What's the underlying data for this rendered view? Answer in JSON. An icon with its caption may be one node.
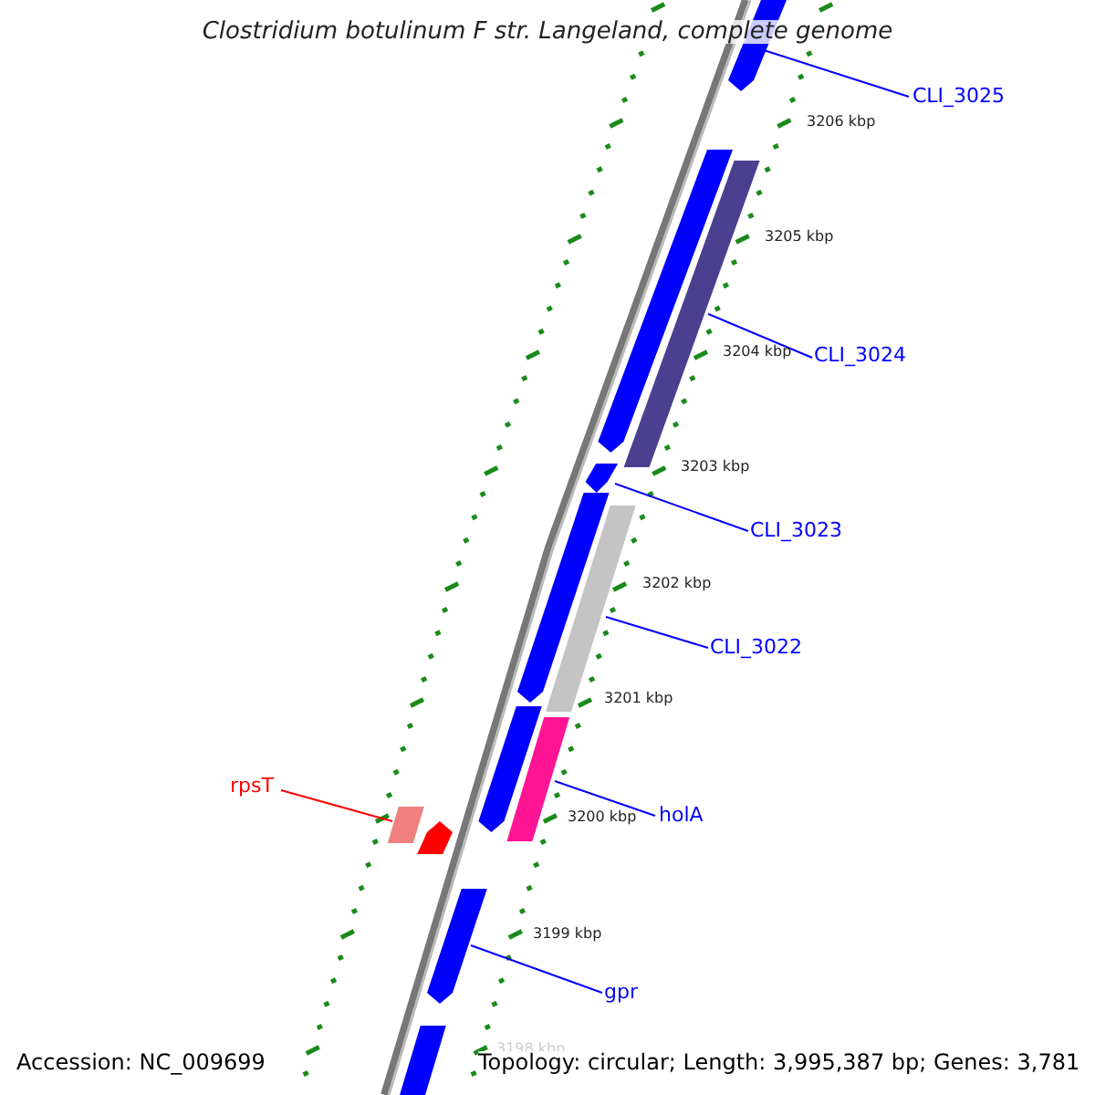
{
  "diagram": {
    "title": "Clostridium botulinum F str. Langeland, complete genome",
    "nodes": [
      {
        "text": [
          "CLI_3025"
        ]
      },
      {
        "text": [],
        "shape": "bar"
      },
      {
        "text": [
          "CLI_3024"
        ]
      },
      {
        "text": [],
        "shape": "bar"
      },
      {
        "text": [
          "CLI_3023"
        ]
      },
      {
        "text": [],
        "shape": "bar"
      },
      {
        "text": [
          "CLI_3022"
        ]
      },
      {
        "text": [],
        "shape": "bar"
      },
      {
        "text": [
          "rpsT"
        ]
      },
      {
        "text": [],
        "shape": "bar"
      },
      {
        "text": [
          "holA"
        ]
      },
      {
        "text": [],
        "shape": "bar"
      },
      {
        "text": [
          "gpr"
        ]
      },
      {
        "text": [],
        "shape": "bar"
      },
      {
        "text": [],
        "shape": "bar"
      },
      {
        "text": [],
        "shape": "bar"
      },
      {
        "text": [],
        "shape": "bar"
      },
      {
        "text": [],
        "shape": "bar"
      },
      {
        "text": [],
        "shape": "bar"
      }
    ],
    "edges": [
      {
        "from": 0,
        "to": 1,
        "arrow": "none"
      },
      {
        "from": 2,
        "to": 3,
        "arrow": "none"
      },
      {
        "from": 4,
        "to": 5,
        "arrow": "none"
      },
      {
        "from": 6,
        "to": 7,
        "arrow": "none"
      },
      {
        "from": 8,
        "to": 9,
        "arrow": "none",
        "color": "#ff0000"
      },
      {
        "from": 10,
        "to": 11,
        "arrow": "none"
      },
      {
        "from": 12,
        "to": 13,
        "arrow": "none"
      }
    ],
    "labels": [
      "3206 kbp",
      "3205 kbp",
      "3204 kbp",
      "3203 kbp",
      "3202 kbp",
      "3201 kbp",
      "3200 kbp",
      "3199 kbp",
      "3198 kbp",
      "Accession: NC_009699",
      "Topology: circular; Length: 3,995,387 bp; Genes: 3,781"
    ]
  }
}
